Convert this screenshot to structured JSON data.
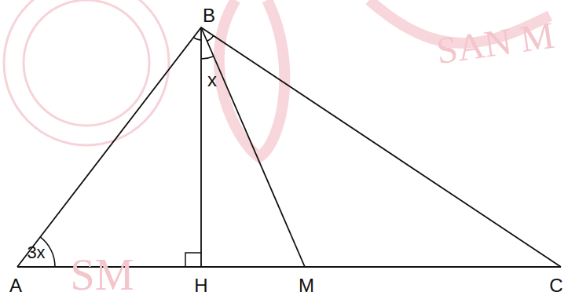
{
  "diagram": {
    "labels": [
      "B",
      "x",
      "3x",
      "A",
      "H",
      "M",
      "C",
      "SAN M",
      "SM"
    ]
  }
}
